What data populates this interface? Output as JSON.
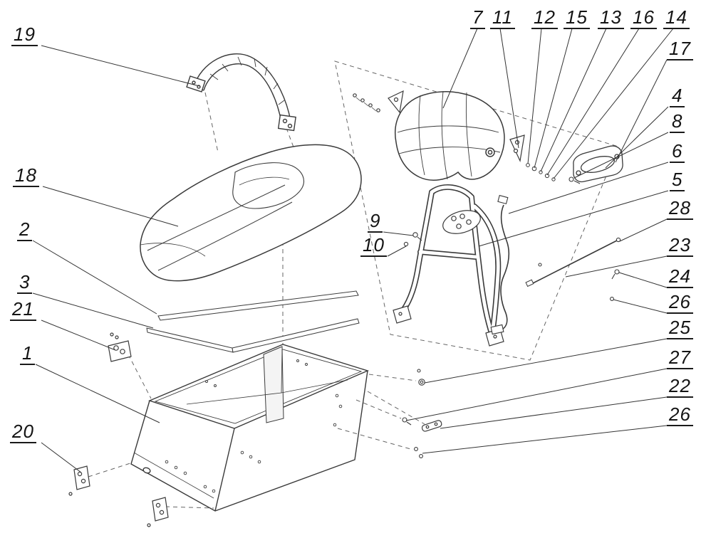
{
  "diagram": {
    "background_color": "#ffffff",
    "line_color": "#3a3a3a",
    "dashed_line_color": "#666666",
    "callouts": [
      {
        "id": "19",
        "label": "19"
      },
      {
        "id": "18",
        "label": "18"
      },
      {
        "id": "2",
        "label": "2"
      },
      {
        "id": "3",
        "label": "3"
      },
      {
        "id": "21",
        "label": "21"
      },
      {
        "id": "1",
        "label": "1"
      },
      {
        "id": "20",
        "label": "20"
      },
      {
        "id": "7",
        "label": "7"
      },
      {
        "id": "11",
        "label": "11"
      },
      {
        "id": "12",
        "label": "12"
      },
      {
        "id": "15",
        "label": "15"
      },
      {
        "id": "13",
        "label": "13"
      },
      {
        "id": "16",
        "label": "16"
      },
      {
        "id": "14",
        "label": "14"
      },
      {
        "id": "17",
        "label": "17"
      },
      {
        "id": "4",
        "label": "4"
      },
      {
        "id": "8",
        "label": "8"
      },
      {
        "id": "6",
        "label": "6"
      },
      {
        "id": "5",
        "label": "5"
      },
      {
        "id": "28",
        "label": "28"
      },
      {
        "id": "23",
        "label": "23"
      },
      {
        "id": "24",
        "label": "24"
      },
      {
        "id": "26a",
        "label": "26"
      },
      {
        "id": "25",
        "label": "25"
      },
      {
        "id": "27",
        "label": "27"
      },
      {
        "id": "22",
        "label": "22"
      },
      {
        "id": "26b",
        "label": "26"
      },
      {
        "id": "9",
        "label": "9"
      },
      {
        "id": "10",
        "label": "10"
      }
    ]
  }
}
